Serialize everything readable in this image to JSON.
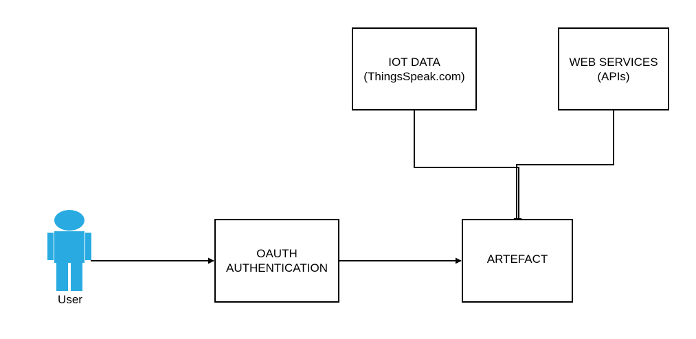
{
  "colors": {
    "line": "#000000",
    "box_border": "#000000",
    "user_icon": "#29abe2",
    "background": "#ffffff"
  },
  "nodes": {
    "iot": {
      "line1": "IOT DATA",
      "line2": "(ThingsSpeak.com)"
    },
    "web": {
      "line1": "WEB SERVICES",
      "line2": "(APIs)"
    },
    "oauth": {
      "line1": "OAUTH",
      "line2": "AUTHENTICATION"
    },
    "artefact": {
      "label": "ARTEFACT"
    },
    "user": {
      "label": "User",
      "icon": "user-person-icon"
    }
  },
  "edges": [
    {
      "from": "User",
      "to": "OAUTH AUTHENTICATION"
    },
    {
      "from": "OAUTH AUTHENTICATION",
      "to": "ARTEFACT"
    },
    {
      "from": "IOT DATA",
      "to": "ARTEFACT"
    },
    {
      "from": "WEB SERVICES",
      "to": "ARTEFACT"
    }
  ]
}
